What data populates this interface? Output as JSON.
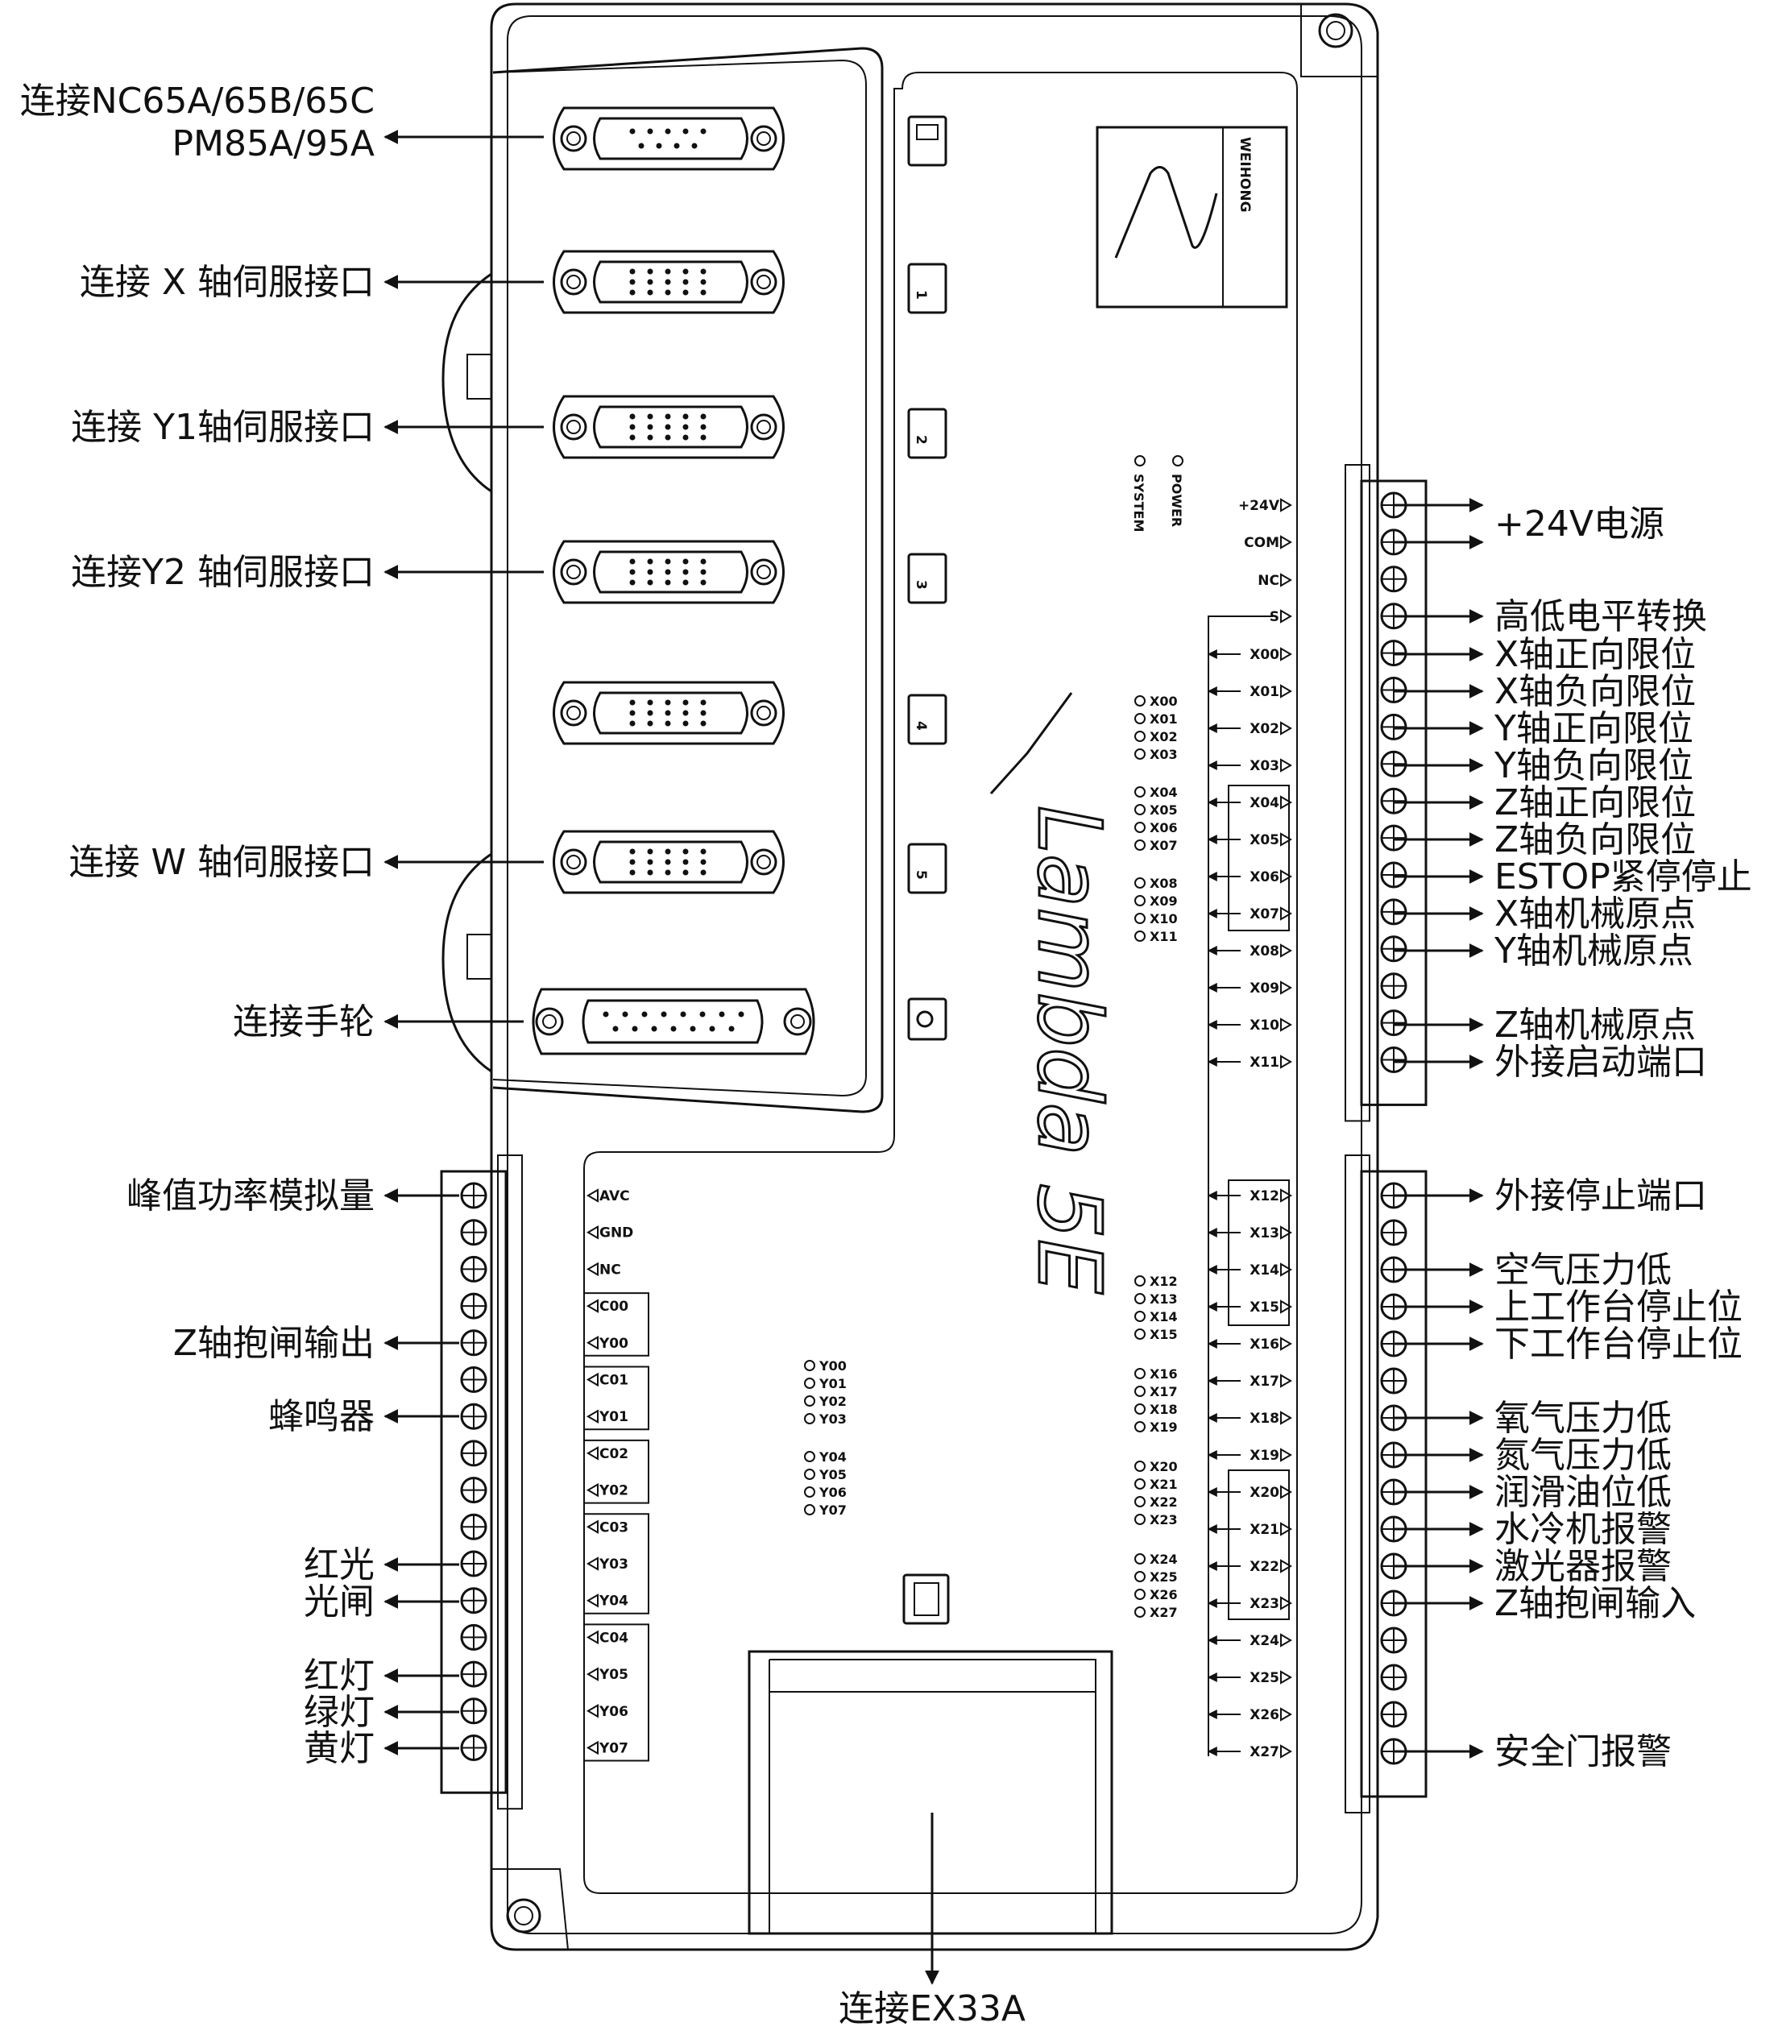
{
  "left_labels": [
    {
      "id": "nc65",
      "lines": [
        "连接NC65A/65B/65C",
        "PM85A/95A"
      ]
    },
    {
      "id": "x",
      "lines": [
        "连接 X 轴伺服接口"
      ]
    },
    {
      "id": "y1",
      "lines": [
        "连接 Y1轴伺服接口"
      ]
    },
    {
      "id": "y2",
      "lines": [
        "连接Y2 轴伺服接口"
      ]
    },
    {
      "id": "w",
      "lines": [
        "连接 W 轴伺服接口"
      ]
    },
    {
      "id": "hw",
      "lines": [
        "连接手轮"
      ]
    },
    {
      "id": "avc",
      "lines": [
        "峰值功率模拟量"
      ]
    },
    {
      "id": "zbrake",
      "lines": [
        "Z轴抱闸输出"
      ]
    },
    {
      "id": "buzzer",
      "lines": [
        "蜂鸣器"
      ]
    },
    {
      "id": "red",
      "lines": [
        "红光"
      ]
    },
    {
      "id": "gate",
      "lines": [
        "光闸"
      ]
    },
    {
      "id": "redlamp",
      "lines": [
        "红灯"
      ]
    },
    {
      "id": "greenlamp",
      "lines": [
        "绿灯"
      ]
    },
    {
      "id": "yellowlamp",
      "lines": [
        "黄灯"
      ]
    }
  ],
  "right_labels_top": [
    "+24V电源",
    "高低电平转换",
    "X轴正向限位",
    "X轴负向限位",
    "Y轴正向限位",
    "Y轴负向限位",
    "Z轴正向限位",
    "Z轴负向限位",
    "ESTOP紧停停止",
    "X轴机械原点",
    "Y轴机械原点",
    "Z轴机械原点",
    "外接启动端口"
  ],
  "right_labels_bottom": [
    "外接停止端口",
    "空气压力低",
    "上工作台停止位",
    "下工作台停止位",
    "氧气压力低",
    "氮气压力低",
    "润滑油位低",
    "水冷机报警",
    "激光器报警",
    "Z轴抱闸输入",
    "安全门报警"
  ],
  "bottom_label": "连接EX33A",
  "brand": "WEIHONG",
  "product": "Lambda 5E",
  "power_leds": [
    "POWER",
    "SYSTEM"
  ],
  "top_terminal_labels": [
    "+24V",
    "COM",
    "NC",
    "S",
    "X00",
    "X01",
    "X02",
    "X03",
    "X04",
    "X05",
    "X06",
    "X07",
    "X08",
    "X09",
    "X10",
    "X11"
  ],
  "bottom_right_terminal_labels": [
    "X12",
    "X13",
    "X14",
    "X15",
    "X16",
    "X17",
    "X18",
    "X19",
    "X20",
    "X21",
    "X22",
    "X23",
    "X24",
    "X25",
    "X26",
    "X27"
  ],
  "left_terminal_labels": [
    "AVC",
    "GND",
    "NC",
    "C00",
    "Y00",
    "C01",
    "Y01",
    "C02",
    "Y02",
    "C03",
    "Y03",
    "Y04",
    "C04",
    "Y05",
    "Y06",
    "Y07"
  ],
  "led_groups_x_top": [
    [
      "X00",
      "X01",
      "X02",
      "X03"
    ],
    [
      "X04",
      "X05",
      "X06",
      "X07"
    ],
    [
      "X08",
      "X09",
      "X10",
      "X11"
    ]
  ],
  "led_groups_x_bottom": [
    [
      "X12",
      "X13",
      "X14",
      "X15"
    ],
    [
      "X16",
      "X17",
      "X18",
      "X19"
    ],
    [
      "X20",
      "X21",
      "X22",
      "X23"
    ],
    [
      "X24",
      "X25",
      "X26",
      "X27"
    ]
  ],
  "led_groups_y": [
    [
      "Y00",
      "Y01",
      "Y02",
      "Y03"
    ],
    [
      "Y04",
      "Y05",
      "Y06",
      "Y07"
    ]
  ],
  "port_numbers": [
    "1",
    "2",
    "3",
    "4",
    "5"
  ]
}
